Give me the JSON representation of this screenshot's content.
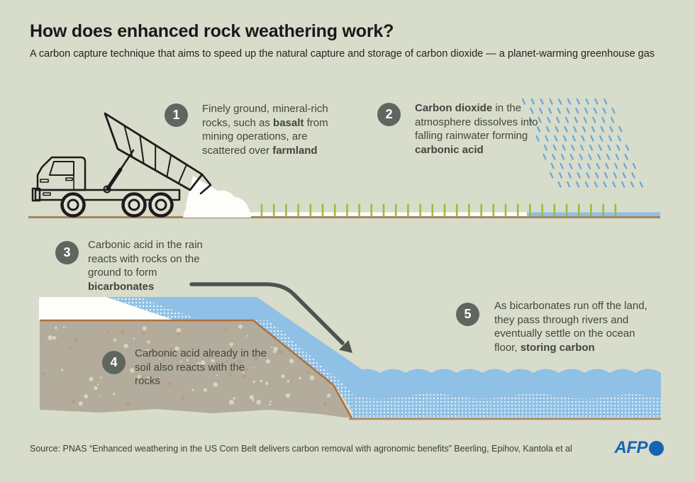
{
  "header": {
    "title": "How does enhanced rock weathering work?",
    "subtitle": "A carbon capture technique that aims to speed up the natural capture and storage of carbon dioxide — a planet-warming greenhouse gas"
  },
  "steps": [
    {
      "num": "1",
      "segments": [
        {
          "t": "Finely ground, mineral-rich rocks, such as ",
          "b": false
        },
        {
          "t": "basalt",
          "b": true
        },
        {
          "t": " from mining operations, are scattered over ",
          "b": false
        },
        {
          "t": "farmland",
          "b": true
        }
      ]
    },
    {
      "num": "2",
      "segments": [
        {
          "t": "Carbon dioxide",
          "b": true
        },
        {
          "t": " in the atmosphere dissolves into falling rainwater forming ",
          "b": false
        },
        {
          "t": "carbonic acid",
          "b": true
        }
      ]
    },
    {
      "num": "3",
      "segments": [
        {
          "t": "Carbonic acid in the rain reacts with rocks on the ground to form ",
          "b": false
        },
        {
          "t": "bicarbonates",
          "b": true
        }
      ]
    },
    {
      "num": "4",
      "segments": [
        {
          "t": "Carbonic acid already in the soil also reacts with the rocks",
          "b": false
        }
      ]
    },
    {
      "num": "5",
      "segments": [
        {
          "t": "As bicarbonates run off the land, they pass through rivers and eventually settle on the ocean floor, ",
          "b": false
        },
        {
          "t": "storing carbon",
          "b": true
        }
      ]
    }
  ],
  "footer": {
    "source": "Source: PNAS “Enhanced weathering in the US Corn Belt delivers carbon removal with agronomic benefits” Beerling, Epihov, Kantola et al",
    "logo_text": "AFP"
  },
  "colors": {
    "background": "#d8dcca",
    "title_color": "#191919",
    "subtitle_color": "#222420",
    "text_color": "#42463f",
    "circle_gray": "#5f6660",
    "water_blue": "#8fc0e5",
    "rain_blue": "#67a7d8",
    "sprout_green": "#9fba41",
    "soil_fill": "#b3ac9c",
    "soil_line": "#b0713c",
    "ground_line": "#a3875f",
    "white_layer": "#fdfdfa",
    "arrow_gray": "#50544e",
    "truck_line": "#1c1c1c",
    "afp_blue": "#1565b4",
    "source_color": "#3a3d38"
  }
}
